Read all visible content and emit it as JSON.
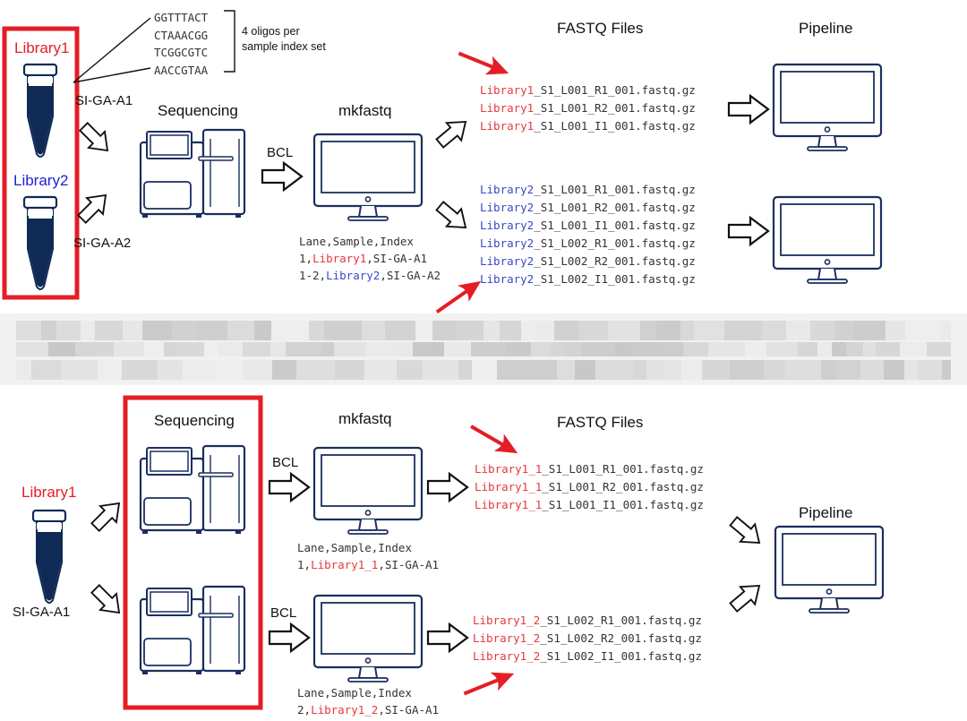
{
  "colors": {
    "accent_red": "#e41e26",
    "accent_blue": "#2020d8",
    "equipment": "#1b2f5e",
    "tube_fill": "#0f2a55"
  },
  "top": {
    "library1": "Library1",
    "library2": "Library2",
    "oligos": [
      "GGTTTACT",
      "CTAAACGG",
      "TCGGCGTC",
      "AACCGTAA"
    ],
    "oligo_note_line1": "4 oligos per",
    "oligo_note_line2": "sample index set",
    "index1": "SI-GA-A1",
    "index2": "SI-GA-A2",
    "sequencing": "Sequencing",
    "bcl": "BCL",
    "mkfastq": "mkfastq",
    "fastq_files": "FASTQ Files",
    "pipeline": "Pipeline",
    "sheet_header": "Lane,Sample,Index",
    "sheet_row1": {
      "prefix": "1,",
      "lib": "Library1",
      "suffix": ",SI-GA-A1"
    },
    "sheet_row2": {
      "prefix": "1-2,",
      "lib": "Library2",
      "suffix": ",SI-GA-A2"
    },
    "files1": [
      {
        "lib": "Library1",
        "rest": "_S1_L001_R1_001.fastq.gz"
      },
      {
        "lib": "Library1",
        "rest": "_S1_L001_R2_001.fastq.gz"
      },
      {
        "lib": "Library1",
        "rest": "_S1_L001_I1_001.fastq.gz"
      }
    ],
    "files2": [
      {
        "lib": "Library2",
        "rest": "_S1_L001_R1_001.fastq.gz"
      },
      {
        "lib": "Library2",
        "rest": "_S1_L001_R2_001.fastq.gz"
      },
      {
        "lib": "Library2",
        "rest": "_S1_L001_I1_001.fastq.gz"
      },
      {
        "lib": "Library2",
        "rest": "_S1_L002_R1_001.fastq.gz"
      },
      {
        "lib": "Library2",
        "rest": "_S1_L002_R2_001.fastq.gz"
      },
      {
        "lib": "Library2",
        "rest": "_S1_L002_I1_001.fastq.gz"
      }
    ]
  },
  "bottom": {
    "library1": "Library1",
    "index1": "SI-GA-A1",
    "sequencing": "Sequencing",
    "bcl_a": "BCL",
    "bcl_b": "BCL",
    "mkfastq": "mkfastq",
    "fastq_files": "FASTQ Files",
    "pipeline": "Pipeline",
    "sheet_a_header": "Lane,Sample,Index",
    "sheet_a_row": {
      "prefix": "1,",
      "lib": "Library1_1",
      "suffix": ",SI-GA-A1"
    },
    "sheet_b_header": "Lane,Sample,Index",
    "sheet_b_row": {
      "prefix": "2,",
      "lib": "Library1_2",
      "suffix": ",SI-GA-A1"
    },
    "files_a": [
      {
        "lib": "Library1_1",
        "rest": "_S1_L001_R1_001.fastq.gz"
      },
      {
        "lib": "Library1_1",
        "rest": "_S1_L001_R2_001.fastq.gz"
      },
      {
        "lib": "Library1_1",
        "rest": "_S1_L001_I1_001.fastq.gz"
      }
    ],
    "files_b": [
      {
        "lib": "Library1_2",
        "rest": "_S1_L002_R1_001.fastq.gz"
      },
      {
        "lib": "Library1_2",
        "rest": "_S1_L002_R2_001.fastq.gz"
      },
      {
        "lib": "Library1_2",
        "rest": "_S1_L002_I1_001.fastq.gz"
      }
    ]
  }
}
